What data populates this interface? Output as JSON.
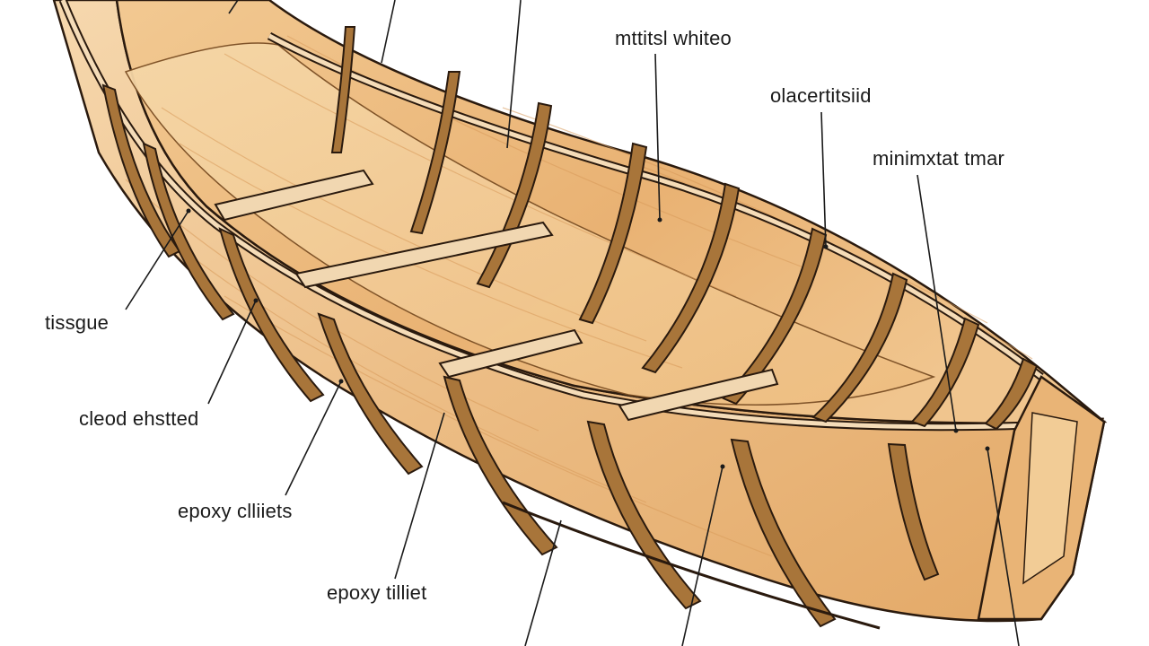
{
  "diagram": {
    "labels": {
      "mutual_white": "mttitsl whiteo",
      "placement": "olacertitsiid",
      "minimum_mat": "minimxtat tmar",
      "tissue": "tissgue",
      "cloud_ensited": "cleod ehstted",
      "epoxy_fillets": "epoxy clliiets",
      "epoxy_fillet": "epoxy tilliet"
    },
    "colors": {
      "wood_light": "#f3cfa0",
      "wood_mid": "#e5ad6e",
      "wood_dark": "#c98a4a",
      "outline": "#2a1a0e",
      "frame": "#a8753a",
      "background": "#ffffff"
    }
  }
}
